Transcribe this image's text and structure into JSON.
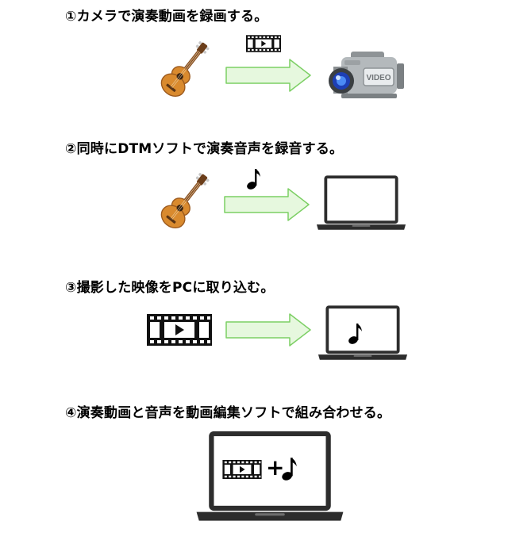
{
  "steps": [
    {
      "title": "①カメラで演奏動画を録画する。",
      "source": "guitar-icon",
      "media": "film-icon",
      "target": "video-camera-icon",
      "camera_label": "VIDEO"
    },
    {
      "title": "②同時にDTMソフトで演奏音声を録音する。",
      "source": "guitar-icon",
      "media": "music-note-icon",
      "target": "laptop-icon"
    },
    {
      "title": "③撮影した映像をPCに取り込む。",
      "source": "film-icon",
      "target": "laptop-icon",
      "screen_content": "music-note-icon"
    },
    {
      "title": "④演奏動画と音声を動画編集ソフトで組み合わせる。",
      "target": "laptop-icon",
      "screen_content": [
        "film-icon",
        "plus-sign",
        "music-note-icon"
      ],
      "plus": "+"
    }
  ],
  "colors": {
    "arrow_fill": "#e6f8de",
    "arrow_stroke": "#7ccf64",
    "guitar_body": "#d98a2e",
    "laptop_frame": "#2d2d2d"
  }
}
